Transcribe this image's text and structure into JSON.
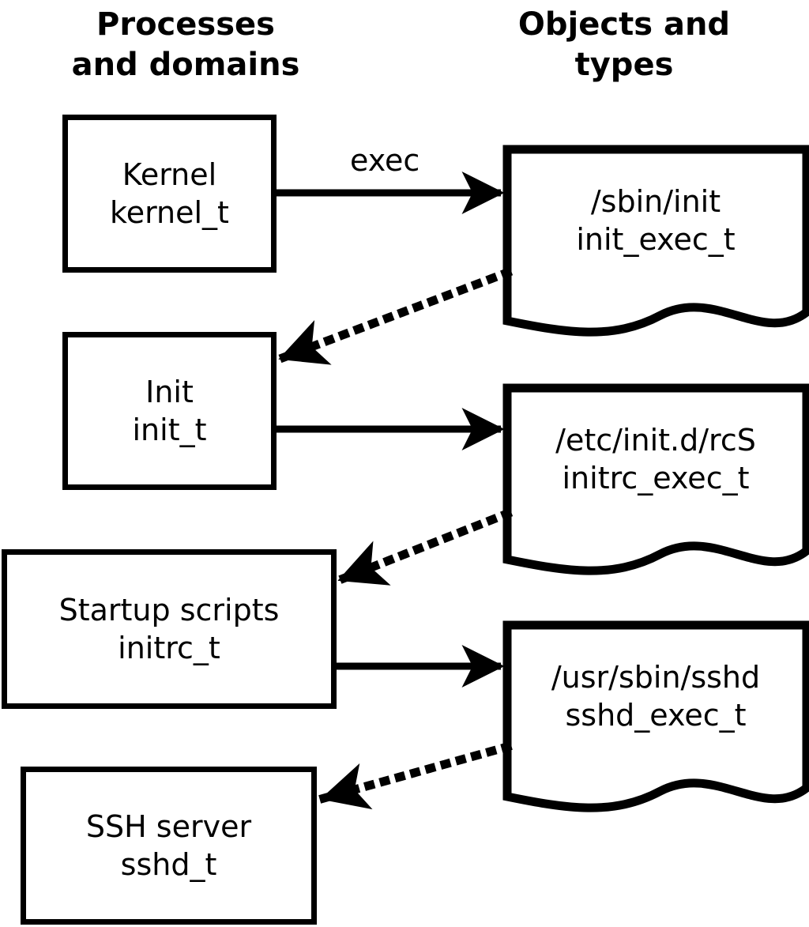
{
  "diagram": {
    "headers": {
      "left": "Processes\nand domains",
      "right": "Objects and\ntypes"
    },
    "processes": [
      {
        "id": "kernel",
        "name": "Kernel",
        "type": "kernel_t"
      },
      {
        "id": "init",
        "name": "Init",
        "type": "init_t"
      },
      {
        "id": "initrc",
        "name": "Startup scripts",
        "type": "initrc_t"
      },
      {
        "id": "sshd",
        "name": "SSH server",
        "type": "sshd_t"
      }
    ],
    "objects": [
      {
        "id": "init_exec",
        "path": "/sbin/init",
        "type": "init_exec_t"
      },
      {
        "id": "initrc_exec",
        "path": "/etc/init.d/rcS",
        "type": "initrc_exec_t"
      },
      {
        "id": "sshd_exec",
        "path": "/usr/sbin/sshd",
        "type": "sshd_exec_t"
      }
    ],
    "edges": [
      {
        "id": "e1",
        "from": "kernel",
        "to": "init_exec",
        "label": "exec",
        "style": "solid"
      },
      {
        "id": "e2",
        "from": "init_exec",
        "to": "init",
        "label": "",
        "style": "dotted"
      },
      {
        "id": "e3",
        "from": "init",
        "to": "initrc_exec",
        "label": "",
        "style": "solid"
      },
      {
        "id": "e4",
        "from": "initrc_exec",
        "to": "initrc",
        "label": "",
        "style": "dotted"
      },
      {
        "id": "e5",
        "from": "initrc",
        "to": "sshd_exec",
        "label": "",
        "style": "solid"
      },
      {
        "id": "e6",
        "from": "sshd_exec",
        "to": "sshd",
        "label": "",
        "style": "dotted"
      }
    ],
    "colors": {
      "stroke": "#000000",
      "background": "#ffffff",
      "text": "#000000"
    }
  }
}
